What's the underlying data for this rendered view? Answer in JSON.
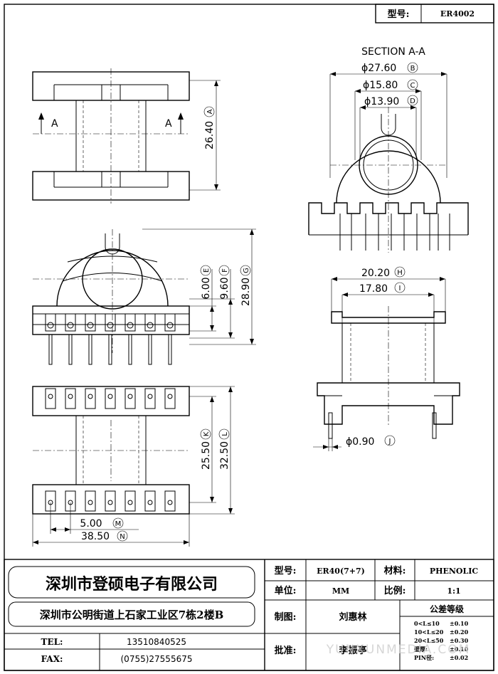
{
  "header": {
    "model_label": "型号:",
    "model_value": "ER4002"
  },
  "section": {
    "title": "SECTION A-A",
    "cut_label_left": "A",
    "cut_label_right": "A"
  },
  "dimensions": {
    "A": {
      "value": "26.40",
      "letter": "A"
    },
    "B": {
      "value": "ϕ27.60",
      "letter": "B"
    },
    "C": {
      "value": "ϕ15.80",
      "letter": "C"
    },
    "D": {
      "value": "ϕ13.90",
      "letter": "D"
    },
    "E": {
      "value": "6.00",
      "letter": "E"
    },
    "F": {
      "value": "9.60",
      "letter": "F"
    },
    "G": {
      "value": "28.90",
      "letter": "G"
    },
    "H": {
      "value": "20.20",
      "letter": "H"
    },
    "I": {
      "value": "17.80",
      "letter": "I"
    },
    "J": {
      "value": "ϕ0.90",
      "letter": "J"
    },
    "K": {
      "value": "25.50",
      "letter": "K"
    },
    "L": {
      "value": "32.50",
      "letter": "L"
    },
    "M": {
      "value": "5.00",
      "letter": "M"
    },
    "N": {
      "value": "38.50",
      "letter": "N"
    }
  },
  "title_block": {
    "company": "深圳市登硕电子有限公司",
    "address": "深圳市公明街道上石家工业区7栋2楼B",
    "tel_label": "TEL:",
    "tel_value": "13510840525",
    "fax_label": "FAX:",
    "fax_value": "(0755)27555675",
    "model_label": "型号:",
    "model_value": "ER40(7+7)",
    "material_label": "材料:",
    "material_value": "PHENOLIC",
    "unit_label": "单位:",
    "unit_value": "MM",
    "scale_label": "比例:",
    "scale_value": "1:1",
    "drawn_label": "制图:",
    "drawn_value": "刘惠林",
    "approved_label": "批准:",
    "approved_value": "李振亭",
    "tolerance_title": "公差等级",
    "tolerances": [
      {
        "range": "0<L≤10",
        "value": "±0.10"
      },
      {
        "range": "10<L≤20",
        "value": "±0.20"
      },
      {
        "range": "20<L≤50",
        "value": "±0.30"
      },
      {
        "range": "壁厚:",
        "value": "±0.10"
      },
      {
        "range": "PIN径:",
        "value": "±0.02"
      }
    ]
  },
  "watermark": "YUNXUNMEDIA.COM"
}
